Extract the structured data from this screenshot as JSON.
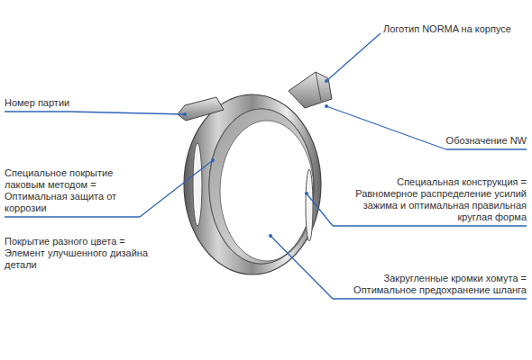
{
  "diagram": {
    "labels": [
      "Логотип NORMA на корпусе",
      "Номер партии",
      "Обозначение NW",
      "Специальное покрытие лаковым методом = Оптимальная защита от коррозии",
      "Специальная конструкция = Равномерное распределение усилий зажима и оптимальная правильная круглая форма",
      "Покрытие разного цвета = Элемент улучшенного дизайна детали",
      "Закругленные кромки хомута = Оптимальное предохранение шланга"
    ]
  }
}
